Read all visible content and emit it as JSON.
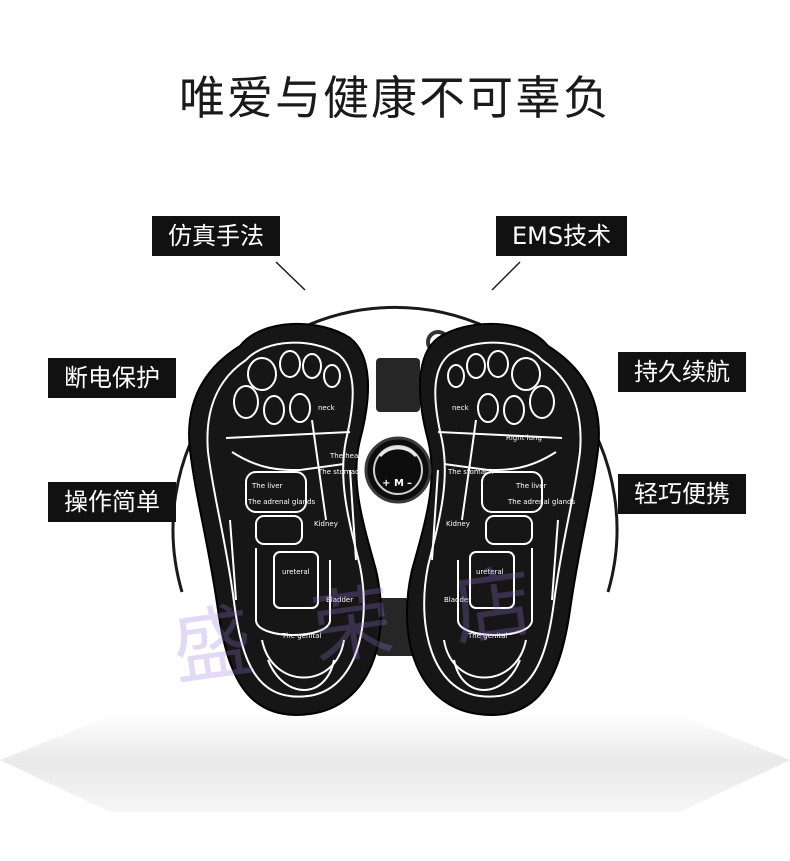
{
  "headline": "唯爱与健康不可辜负",
  "features": {
    "top_left": "仿真手法",
    "top_right": "EMS技术",
    "mid_left_1": "断电保护",
    "mid_left_2": "操作简单",
    "mid_right_1": "持久续航",
    "mid_right_2": "轻巧便携"
  },
  "mat": {
    "left_foot_labels": [
      "neck",
      "The liver",
      "Kidney",
      "ureteral",
      "The genital",
      "The heart",
      "The stomach",
      "The adrenal glands",
      "Bladder"
    ],
    "right_foot_labels": [
      "neck",
      "Right lung",
      "The liver",
      "Kidney",
      "ureteral",
      "The genital",
      "The stomach",
      "The adrenal glands",
      "Bladder"
    ],
    "controller_plus": "+",
    "controller_mode": "M",
    "controller_minus": "–"
  },
  "watermark": "盛 荣 店",
  "colors": {
    "tag_bg": "#111111",
    "tag_text": "#ffffff",
    "mat_body": "#161616",
    "mat_lines": "#ffffff",
    "arc": "#1a1a1a"
  }
}
